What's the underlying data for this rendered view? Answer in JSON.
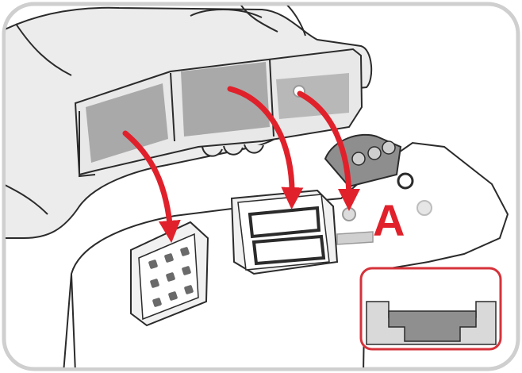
{
  "diagram": {
    "callout_label": "A",
    "colors": {
      "arrow": "#e0212b",
      "inset_border": "#d6323a",
      "frame": "#cfcfcf",
      "outline": "#2b2b2b",
      "shade": "#a9a9a9",
      "light_fill": "#e9e9e9"
    },
    "icons": [
      "three-way-coupler",
      "keypad",
      "display-panel",
      "port-connector"
    ]
  }
}
